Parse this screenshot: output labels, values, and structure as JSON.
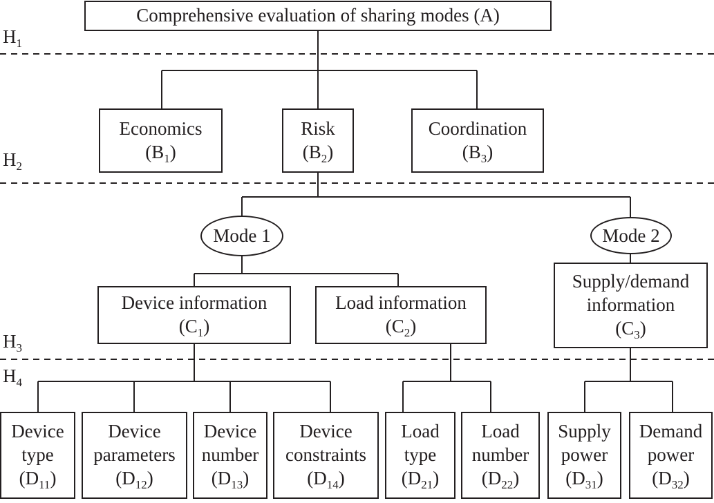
{
  "levels": {
    "h1": "H",
    "h1_sub": "1",
    "h2": "H",
    "h2_sub": "2",
    "h3": "H",
    "h3_sub": "3",
    "h4": "H",
    "h4_sub": "4"
  },
  "root": {
    "label": "Comprehensive evaluation of sharing modes (A)"
  },
  "criteria": [
    {
      "label": "Economics",
      "code": "B",
      "sub": "1"
    },
    {
      "label": "Risk",
      "code": "B",
      "sub": "2"
    },
    {
      "label": "Coordination",
      "code": "B",
      "sub": "3"
    }
  ],
  "modes": [
    {
      "label": "Mode 1"
    },
    {
      "label": "Mode 2"
    }
  ],
  "sub_criteria": [
    {
      "line1": "Device information",
      "line2": "",
      "code": "C",
      "sub": "1"
    },
    {
      "line1": "Load information",
      "line2": "",
      "code": "C",
      "sub": "2"
    },
    {
      "line1": "Supply/demand",
      "line2": "information",
      "code": "C",
      "sub": "3"
    }
  ],
  "indicators": [
    {
      "line1": "Device",
      "line2": "type",
      "code": "D",
      "sub": "11"
    },
    {
      "line1": "Device",
      "line2": "parameters",
      "code": "D",
      "sub": "12"
    },
    {
      "line1": "Device",
      "line2": "number",
      "code": "D",
      "sub": "13"
    },
    {
      "line1": "Device",
      "line2": "constraints",
      "code": "D",
      "sub": "14"
    },
    {
      "line1": "Load",
      "line2": "type",
      "code": "D",
      "sub": "21"
    },
    {
      "line1": "Load",
      "line2": "number",
      "code": "D",
      "sub": "22"
    },
    {
      "line1": "Supply",
      "line2": "power",
      "code": "D",
      "sub": "31"
    },
    {
      "line1": "Demand",
      "line2": "power",
      "code": "D",
      "sub": "32"
    }
  ]
}
